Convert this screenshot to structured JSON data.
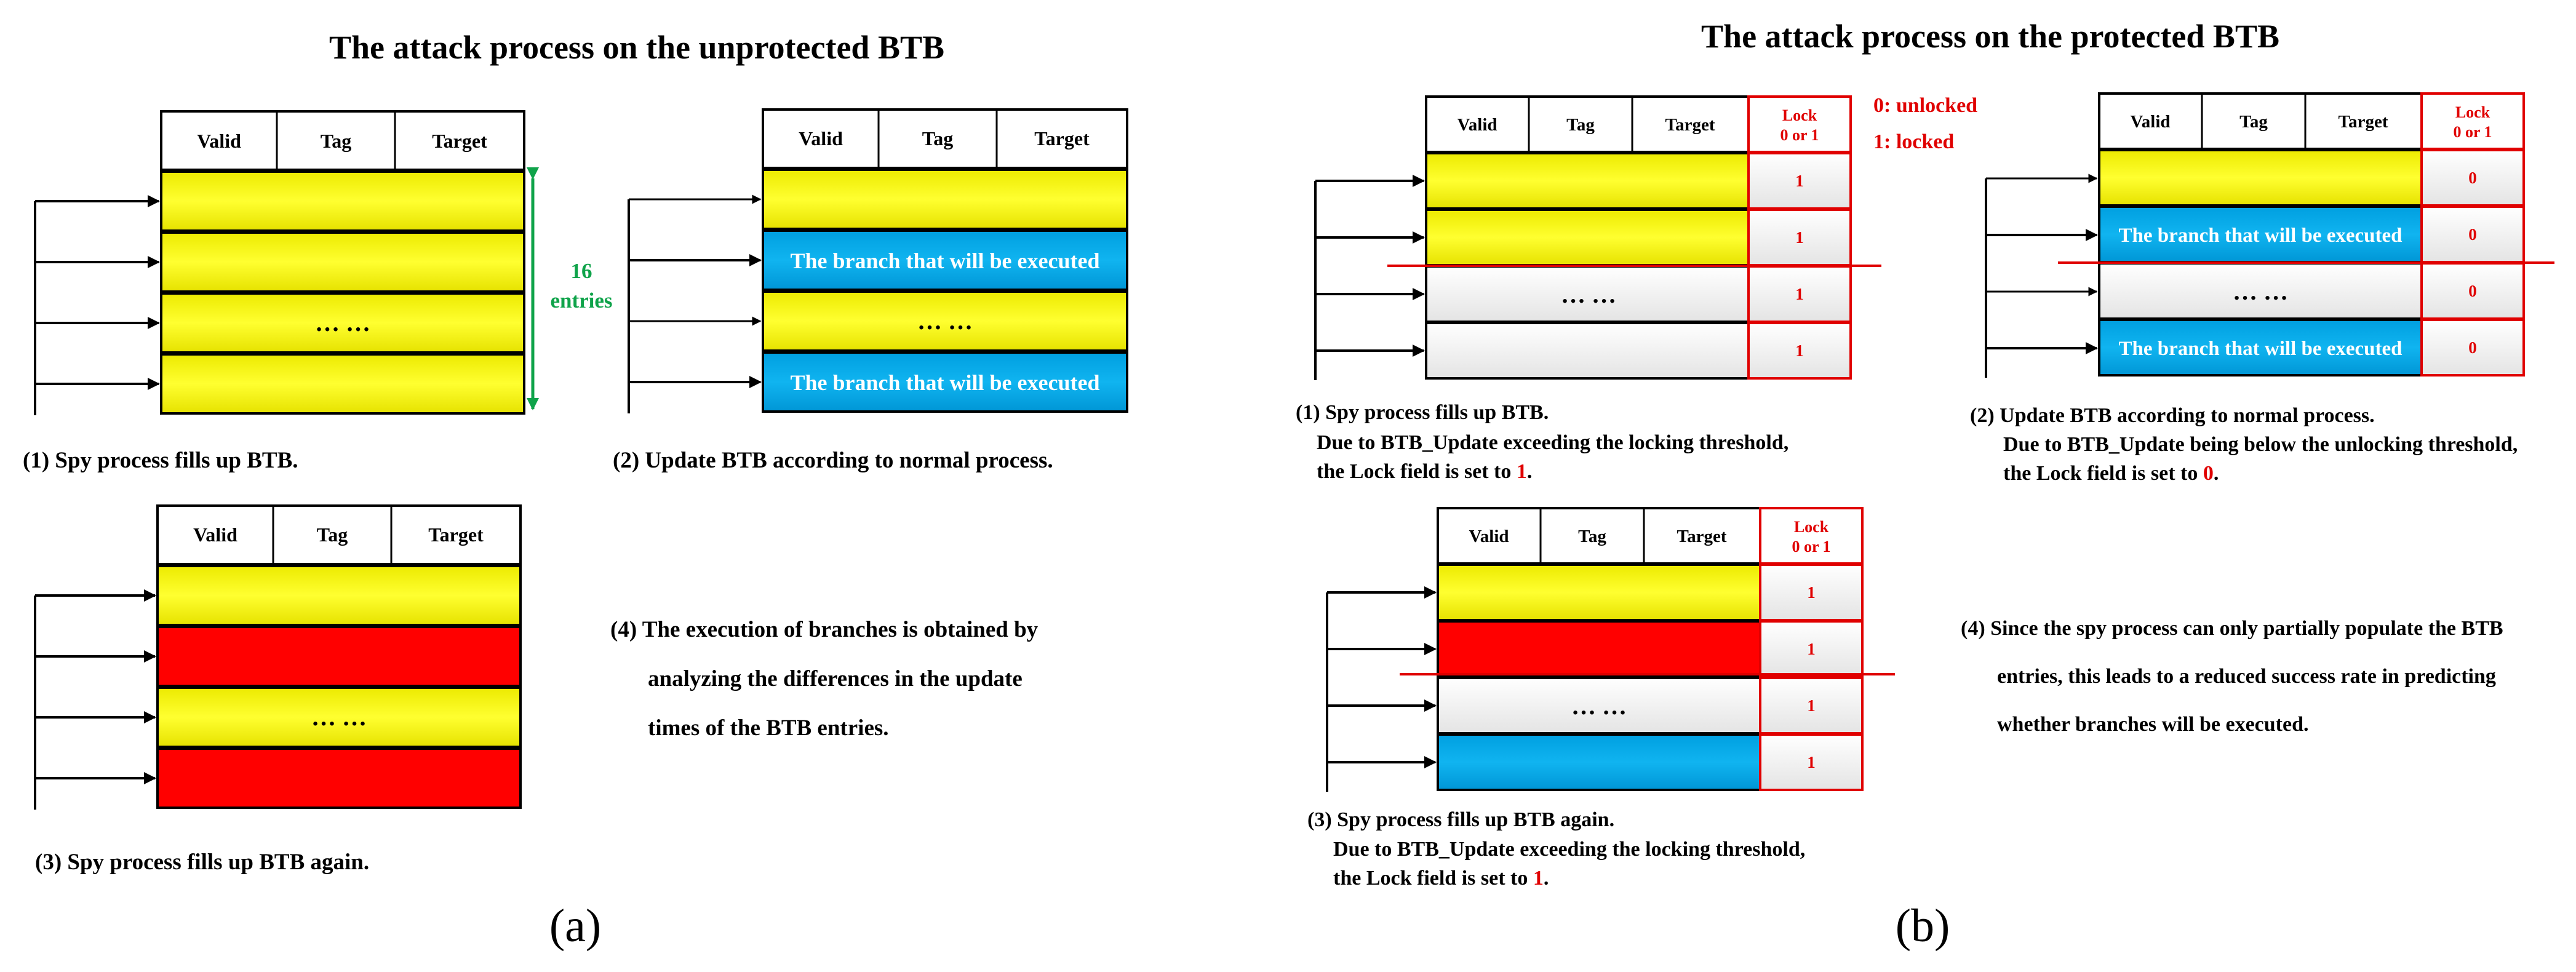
{
  "panel_a": {
    "title": "The attack process on the unprotected BTB",
    "columns": [
      "Valid",
      "Tag",
      "Target"
    ],
    "entries_count": "16",
    "entries_word": "entries",
    "ellipsis": "… …",
    "branch_text": "The branch that will be executed",
    "step1": "(1) Spy process fills up BTB.",
    "step2": "(2) Update BTB according to normal process.",
    "step3": "(3) Spy process fills up BTB again.",
    "step4": [
      "(4) The execution of branches is obtained by",
      "analyzing the differences in the update",
      "times of the BTB entries."
    ],
    "label": "(a)"
  },
  "panel_b": {
    "title": "The attack process on the protected BTB",
    "columns": [
      "Valid",
      "Tag",
      "Target"
    ],
    "lock_header": [
      "Lock",
      "0 or 1"
    ],
    "legend": [
      "0: unlocked",
      "1: locked"
    ],
    "ellipsis": "… …",
    "branch_text": "The branch that will be executed",
    "lock_ones": [
      "1",
      "1",
      "1",
      "1"
    ],
    "lock_zeros": [
      "0",
      "0",
      "0",
      "0"
    ],
    "step1": [
      "(1) Spy process fills up BTB.",
      "Due to BTB_Update exceeding the locking threshold,",
      "the Lock field is set to",
      "1",
      "."
    ],
    "step2": [
      "(2) Update BTB according to normal process.",
      "Due to BTB_Update  being below the unlocking threshold,",
      "the Lock field is set to",
      "0",
      "."
    ],
    "step3": [
      "(3) Spy process fills up BTB again.",
      "Due to BTB_Update exceeding the locking threshold,",
      "the Lock field is set to",
      "1",
      "."
    ],
    "step4": [
      "(4) Since the spy process can only partially populate the BTB",
      "entries, this leads to a reduced success rate in predicting",
      "whether branches will be executed."
    ],
    "label": "(b)"
  },
  "colors": {
    "yellow": "#f2ee00",
    "red": "#ff0000",
    "blue": "#00a6e6",
    "lock_red": "#e00000",
    "green": "#0fa34a"
  }
}
